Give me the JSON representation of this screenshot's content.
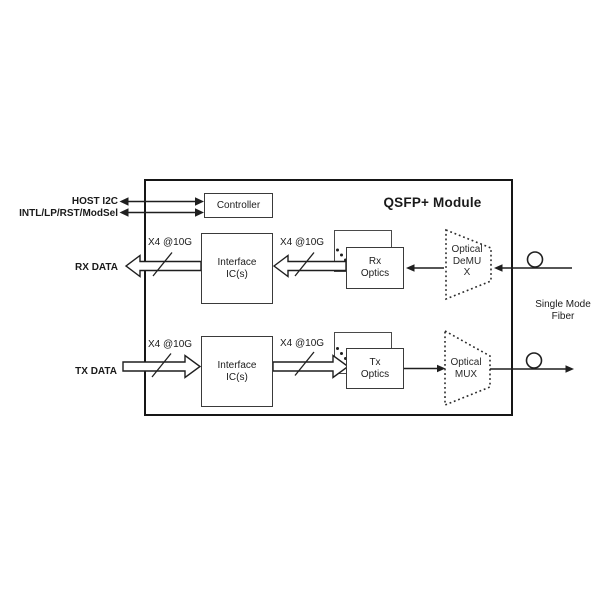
{
  "title": "QSFP+ Module",
  "host_signals": {
    "i2c": "HOST I2C",
    "control": "INTL/LP/RST/ModSel"
  },
  "data_ports": {
    "rx": "RX DATA",
    "tx": "TX DATA"
  },
  "bus_labels": {
    "rx_host": "X4 @10G",
    "rx_optics": "X4 @10G",
    "tx_host": "X4 @10G",
    "tx_optics": "X4 @10G"
  },
  "blocks": {
    "controller": "Controller",
    "rx_interface": "Interface\nIC(s)",
    "tx_interface": "Interface\nIC(s)",
    "rx_optics": "Rx\nOptics",
    "tx_optics": "Tx\nOptics",
    "optical_demux": "Optical\nDeMU\nX",
    "optical_mux": "Optical\nMUX"
  },
  "fiber": {
    "label": "Single Mode\nFiber"
  },
  "colors": {
    "line": "#1f1f1f",
    "box_border": "#3a3a3a",
    "background": "#ffffff"
  }
}
